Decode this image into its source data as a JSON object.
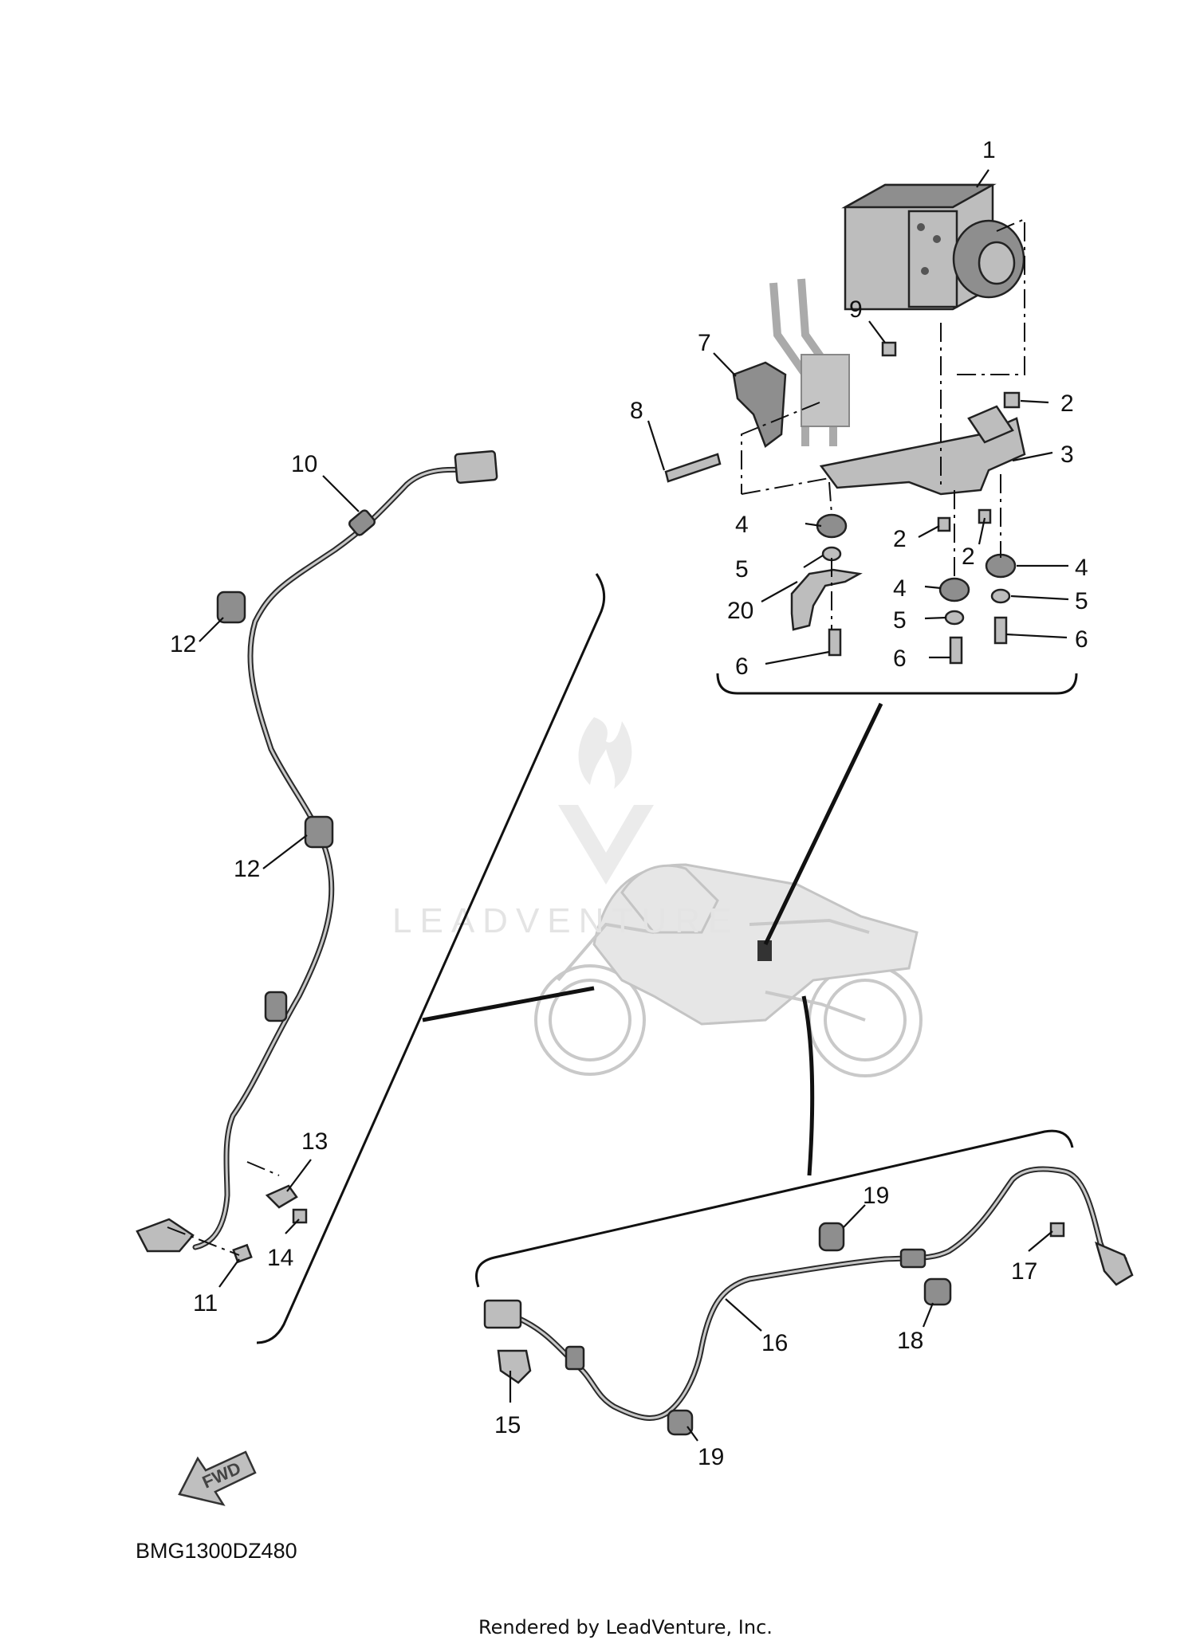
{
  "diagram": {
    "callouts": {
      "c1": "1",
      "c2a": "2",
      "c2b": "2",
      "c2c": "2",
      "c3": "3",
      "c4a": "4",
      "c4b": "4",
      "c4c": "4",
      "c5a": "5",
      "c5b": "5",
      "c5c": "5",
      "c6a": "6",
      "c6b": "6",
      "c6c": "6",
      "c7": "7",
      "c8": "8",
      "c9": "9",
      "c10": "10",
      "c11": "11",
      "c12a": "12",
      "c12b": "12",
      "c13": "13",
      "c14": "14",
      "c15": "15",
      "c16": "16",
      "c17": "17",
      "c18": "18",
      "c19a": "19",
      "c19b": "19",
      "c20": "20"
    },
    "fwd_label": "FWD",
    "part_number": "BMG1300DZ480",
    "watermark": "LEADVENTURE",
    "footer": "Rendered by LeadVenture, Inc."
  }
}
